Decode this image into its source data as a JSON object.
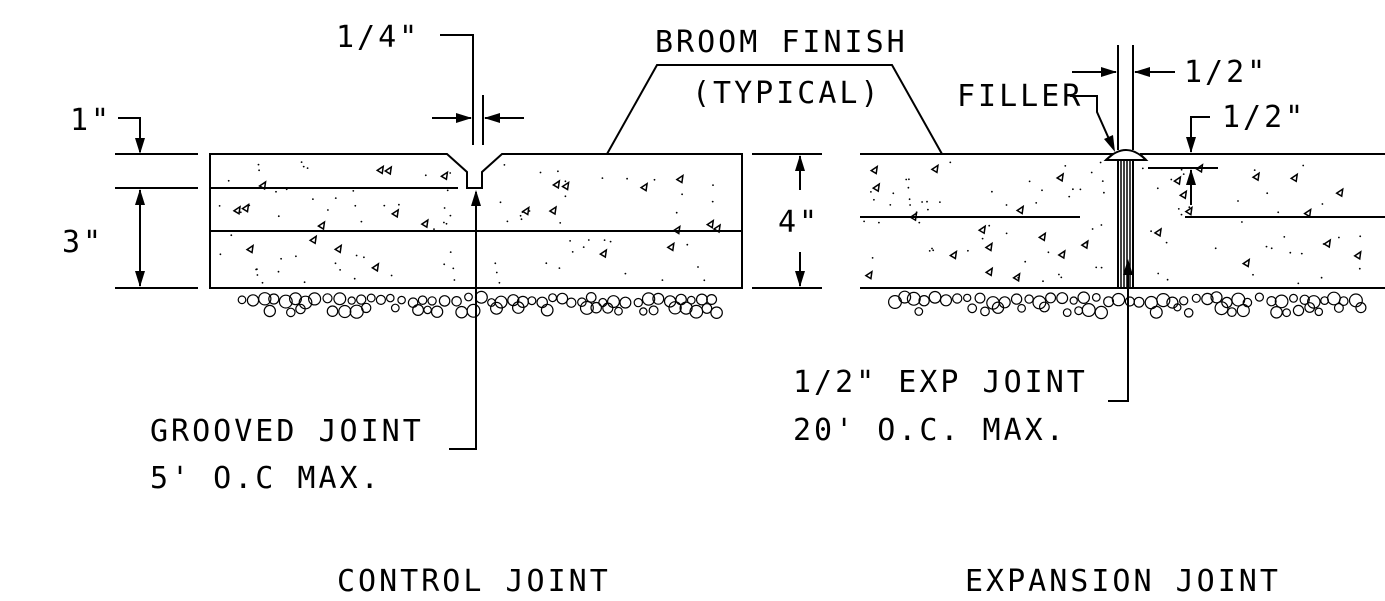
{
  "colors": {
    "ink": "#000000",
    "background": "#ffffff"
  },
  "control_joint": {
    "title": "CONTROL JOINT",
    "dim_top": "1\"",
    "dim_middle": "3\"",
    "groove_width": "1/4\"",
    "callout_line1": "GROOVED JOINT",
    "callout_line2": "5' O.C MAX."
  },
  "broom_finish": {
    "line1": "BROOM FINISH",
    "line2": "(TYPICAL)"
  },
  "slab_thickness": "4\"",
  "expansion_joint": {
    "title": "EXPANSION JOINT",
    "filler_label": "FILLER",
    "gap_width": "1/2\"",
    "sealant_depth": "1/2\"",
    "callout_line1": "1/2\" EXP JOINT",
    "callout_line2": "20' O.C. MAX."
  }
}
